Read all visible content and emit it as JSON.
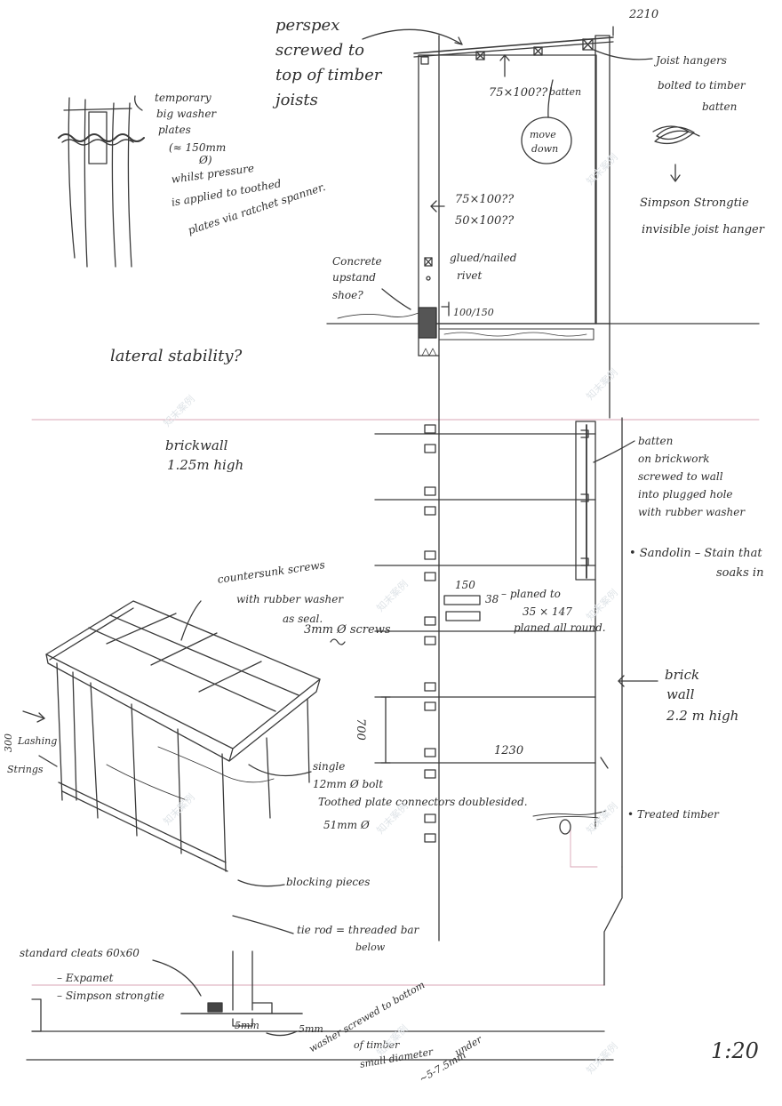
{
  "top": {
    "dim_2210": "2210",
    "perspex_l1": "perspex",
    "perspex_l2": "screwed to",
    "perspex_l3": "top of timber",
    "perspex_l4": "joists",
    "dim_75x100": "75×100??",
    "batten_small": "batten",
    "move_down_l1": "move",
    "move_down_l2": "down",
    "joist_l1": "Joist hangers",
    "joist_l2": "bolted to timber",
    "joist_l3": "batten",
    "simpson_l1": "Simpson Strongtie",
    "simpson_l2": "invisible joist hanger",
    "size_a": "75×100??",
    "size_b": "50×100??",
    "glued_l1": "glued/nailed",
    "glued_l2": "rivet",
    "conc_l1": "Concrete",
    "conc_l2": "upstand",
    "conc_l3": "shoe?",
    "dim_100_150": "100/150",
    "lateral": "lateral stability?"
  },
  "washer": {
    "l1": "temporary",
    "l2": "big washer",
    "l3": "plates",
    "l4": "(≈ 150mm",
    "l5": "Ø)",
    "l6": "whilst pressure",
    "l7": "is applied to toothed",
    "l8": "plates via ratchet spanner."
  },
  "middle": {
    "brick_l1": "brickwall",
    "brick_l2": "1.25m high",
    "batten_l1": "batten",
    "batten_l2": "on brickwork",
    "batten_l3": "screwed to wall",
    "batten_l4": "into plugged hole",
    "batten_l5": "with rubber washer",
    "sadolin_l1": "• Sandolin – Stain that",
    "sadolin_l2": "soaks in",
    "dim_150": "150",
    "dim_38": "38",
    "planed_l1": "– planed to",
    "planed_l2": "35 × 147",
    "planed_l3": "planed all round.",
    "csk_l1": "countersunk screws",
    "csk_l2": "with rubber washer",
    "csk_l3": "as seal.",
    "screws_3mm": "3mm Ø screws",
    "brick22_l1": "brick",
    "brick22_l2": "wall",
    "brick22_l3": "2.2 m high",
    "dim_700": "700",
    "dim_1230": "1230",
    "treated": "• Treated timber"
  },
  "iso": {
    "side_l1": "300",
    "side_l2": "Lashing",
    "side_l3": "Strings",
    "bolt_l1": "single",
    "bolt_l2": "12mm Ø bolt",
    "toothed_l1": "Toothed plate connectors doublesided.",
    "toothed_l2": "51mm Ø",
    "blocking": "blocking pieces",
    "tie_l1": "tie rod = threaded bar",
    "tie_l2": "below"
  },
  "bottom": {
    "cleats": "standard cleats 60x60",
    "expamet": "– Expamet",
    "simpson": "– Simpson strongtie",
    "dim_5mm": "5mm",
    "washer_l1": "5mm",
    "washer_l2": "washer screwed to bottom",
    "washer_l3": "of timber",
    "washer_l4": "small diameter",
    "washer_l5": "~5-7.5mm",
    "washer_l6": "under",
    "scale": "1:20"
  },
  "watermark": "知末案例"
}
